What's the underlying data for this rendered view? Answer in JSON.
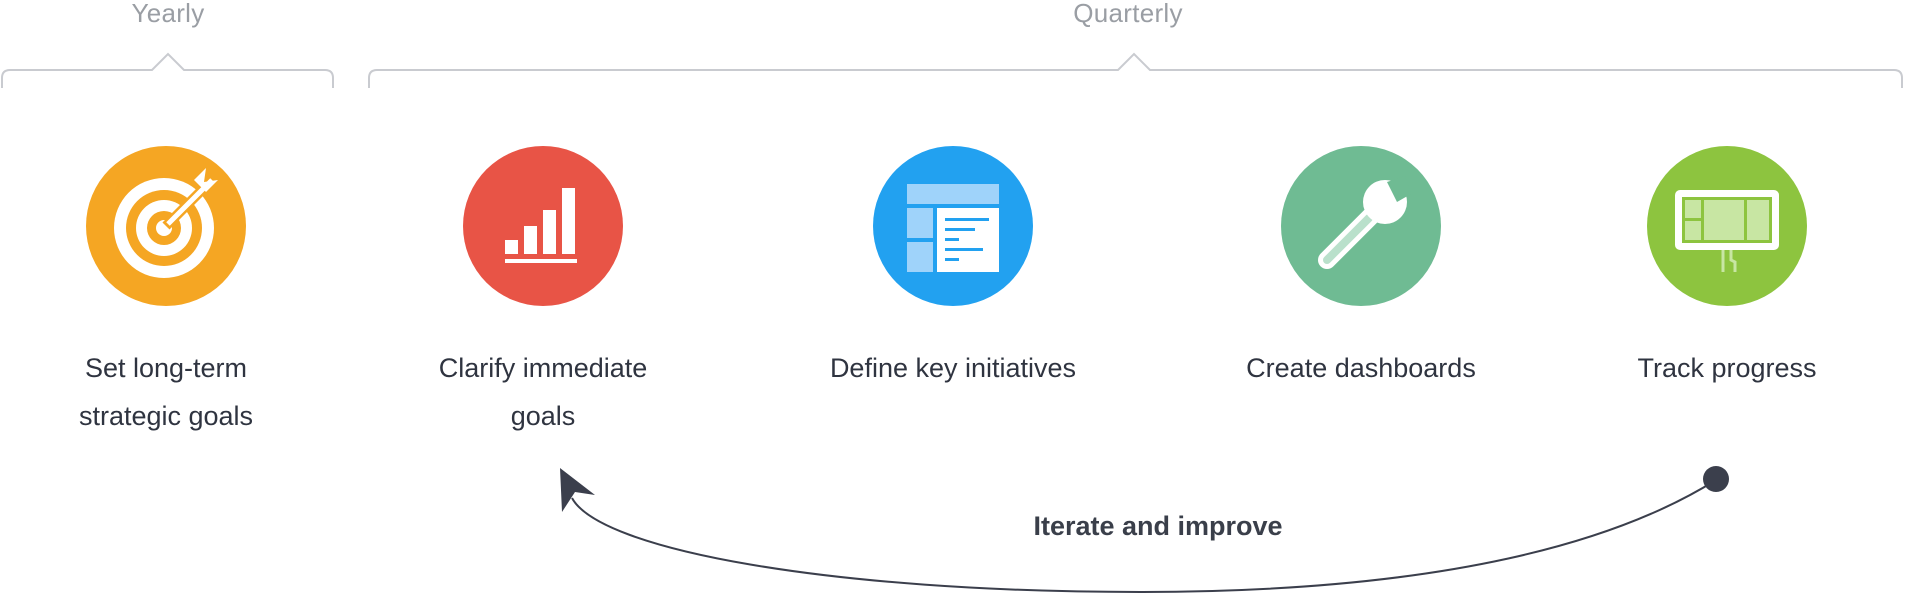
{
  "periods": {
    "yearly": "Yearly",
    "quarterly": "Quarterly"
  },
  "steps": [
    {
      "label_line1": "Set long-term",
      "label_line2": "strategic goals",
      "icon": "target-icon",
      "color": "#f5a623"
    },
    {
      "label_line1": "Clarify immediate",
      "label_line2": "goals",
      "icon": "bar-chart-icon",
      "color": "#e85446"
    },
    {
      "label_line1": "Define key initiatives",
      "label_line2": "",
      "icon": "document-layout-icon",
      "color": "#22a1f0"
    },
    {
      "label_line1": "Create dashboards",
      "label_line2": "",
      "icon": "wrench-icon",
      "color": "#6fbb93"
    },
    {
      "label_line1": "Track progress",
      "label_line2": "",
      "icon": "presentation-board-icon",
      "color": "#8dc43f"
    }
  ],
  "loop": {
    "label": "Iterate and improve",
    "color": "#3b3f4c"
  }
}
